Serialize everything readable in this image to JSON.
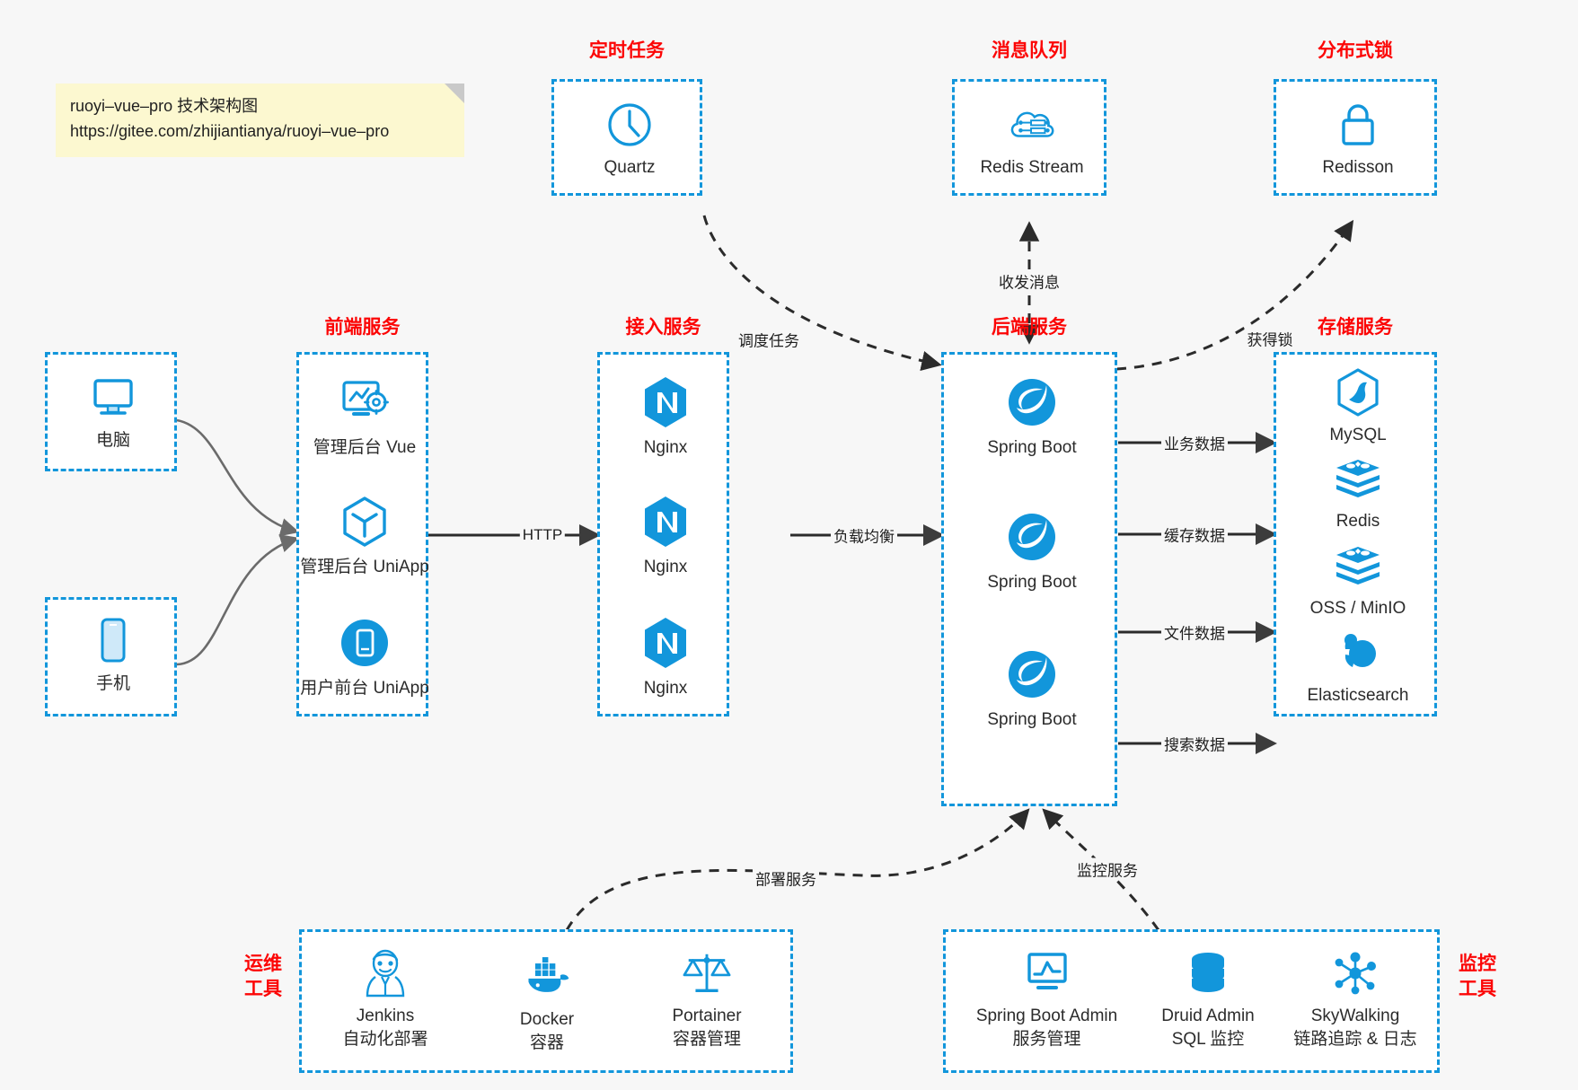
{
  "note": {
    "line1": "ruoyi–vue–pro 技术架构图",
    "line2": "https://gitee.com/zhijiantianya/ruoyi–vue–pro"
  },
  "colors": {
    "accent": "#1296db",
    "group_title": "#fc0505",
    "background": "#f7f7f7",
    "node_text": "#2b2b2b",
    "edge": "#3c3c3c",
    "note_bg": "#fcf8d0"
  },
  "groups": {
    "scheduler": {
      "title": "定时任务"
    },
    "mq": {
      "title": "消息队列"
    },
    "lock": {
      "title": "分布式锁"
    },
    "frontend": {
      "title": "前端服务"
    },
    "gateway": {
      "title": "接入服务"
    },
    "backend": {
      "title": "后端服务"
    },
    "storage": {
      "title": "存储服务"
    },
    "devops": {
      "title": "运维\n工具",
      "title_line1": "运维",
      "title_line2": "工具"
    },
    "monitor": {
      "title": "监控\n工具",
      "title_line1": "监控",
      "title_line2": "工具"
    }
  },
  "clients": [
    {
      "label": "电脑",
      "icon": "desktop-icon"
    },
    {
      "label": "手机",
      "icon": "mobile-icon"
    }
  ],
  "scheduler_nodes": [
    {
      "label": "Quartz",
      "icon": "clock-icon"
    }
  ],
  "mq_nodes": [
    {
      "label": "Redis Stream",
      "icon": "cloud-stream-icon"
    }
  ],
  "lock_nodes": [
    {
      "label": "Redisson",
      "icon": "lock-icon"
    }
  ],
  "frontend_nodes": [
    {
      "label": "管理后台 Vue",
      "icon": "dashboard-gear-icon"
    },
    {
      "label": "管理后台 UniApp",
      "icon": "hexagon-cube-icon"
    },
    {
      "label": "用户前台 UniApp",
      "icon": "mobile-circle-icon"
    }
  ],
  "gateway_nodes": [
    {
      "label": "Nginx",
      "icon": "nginx-icon"
    },
    {
      "label": "Nginx",
      "icon": "nginx-icon"
    },
    {
      "label": "Nginx",
      "icon": "nginx-icon"
    }
  ],
  "backend_nodes": [
    {
      "label": "Spring Boot",
      "icon": "spring-boot-icon"
    },
    {
      "label": "Spring Boot",
      "icon": "spring-boot-icon"
    },
    {
      "label": "Spring Boot",
      "icon": "spring-boot-icon"
    }
  ],
  "storage_nodes": [
    {
      "label": "MySQL",
      "icon": "mysql-icon"
    },
    {
      "label": "Redis",
      "icon": "redis-icon"
    },
    {
      "label": "OSS / MinIO",
      "icon": "oss-minio-icon"
    },
    {
      "label": "Elasticsearch",
      "icon": "elasticsearch-icon"
    }
  ],
  "devops_nodes": [
    {
      "label": "Jenkins",
      "sublabel": "自动化部署",
      "icon": "jenkins-icon"
    },
    {
      "label": "Docker",
      "sublabel": "容器",
      "icon": "docker-icon"
    },
    {
      "label": "Portainer",
      "sublabel": "容器管理",
      "icon": "scales-icon"
    }
  ],
  "monitor_nodes": [
    {
      "label": "Spring Boot Admin",
      "sublabel": "服务管理",
      "icon": "monitor-chart-icon"
    },
    {
      "label": "Druid Admin",
      "sublabel": "SQL 监控",
      "icon": "database-icon"
    },
    {
      "label": "SkyWalking",
      "sublabel": "链路追踪 & 日志",
      "icon": "skywalking-icon"
    }
  ],
  "edge_labels": {
    "http": "HTTP",
    "load_balance": "负载均衡",
    "schedule_task": "调度任务",
    "send_receive_message": "收发消息",
    "acquire_lock": "获得锁",
    "business_data": "业务数据",
    "cache_data": "缓存数据",
    "file_data": "文件数据",
    "search_data": "搜索数据",
    "deploy_service": "部署服务",
    "monitor_service": "监控服务"
  }
}
